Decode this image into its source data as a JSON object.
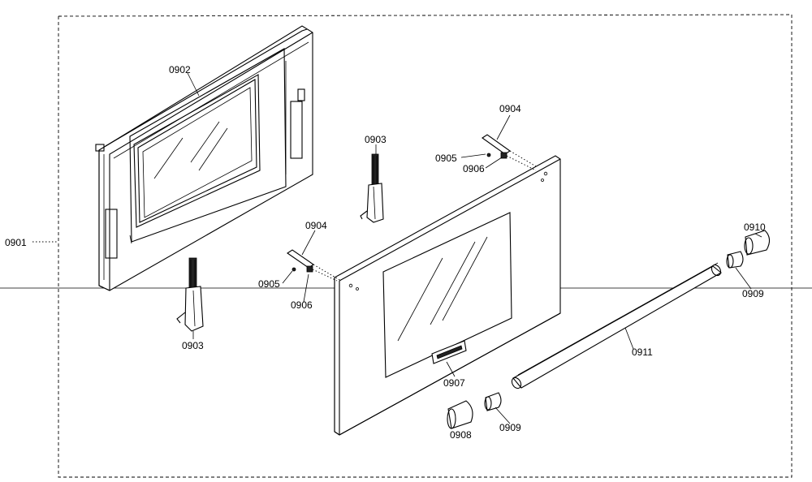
{
  "labels": {
    "p0901": "0901",
    "p0902": "0902",
    "p0903_top": "0903",
    "p0903_bottom": "0903",
    "p0904_top": "0904",
    "p0904_left": "0904",
    "p0905_top": "0905",
    "p0905_left": "0905",
    "p0906_top": "0906",
    "p0906_left": "0906",
    "p0907": "0907",
    "p0908": "0908",
    "p0909_right": "0909",
    "p0909_bottom": "0909",
    "p0910": "0910",
    "p0911": "0911"
  },
  "colors": {
    "line": "#000000",
    "background": "#ffffff"
  }
}
